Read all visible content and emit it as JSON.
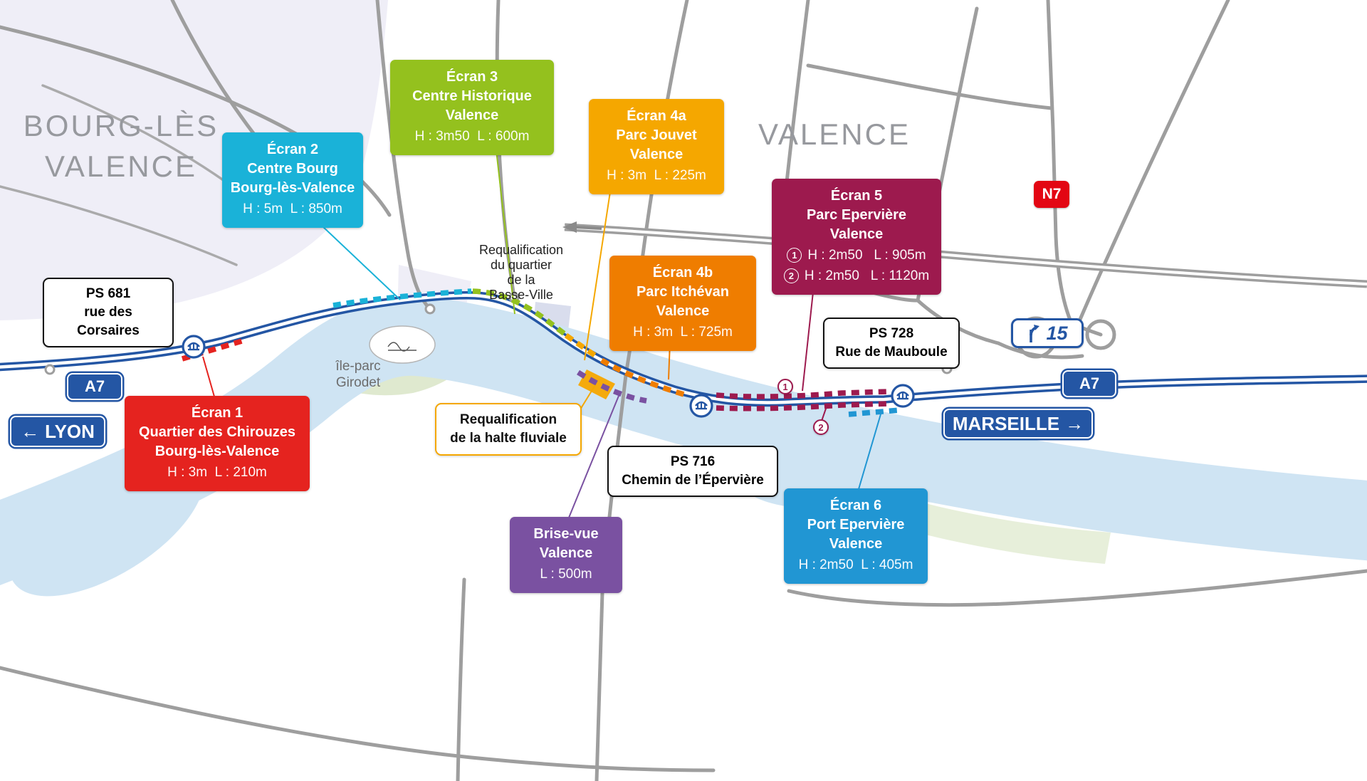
{
  "colors": {
    "ecran1_red": "#e5231f",
    "ecran2_cyan": "#1ab2d8",
    "ecran3_green": "#94c11e",
    "ecran4a_amber": "#f5a700",
    "ecran4b_orange": "#ef7d00",
    "ecran5_maroon": "#9d1a4e",
    "ecran6_blue": "#2196d3",
    "brisevue_purple": "#7a51a1",
    "motorway_blue": "#2456a4",
    "sign_blue": "#2456a4",
    "n7_red": "#e30613",
    "river_blue": "#cfe4f3",
    "road_gray": "#9e9e9e",
    "city_gray": "#97999e"
  },
  "cities": {
    "bourg_line1": "BOURG-LÈS",
    "bourg_line2": "VALENCE",
    "valence": "VALENCE"
  },
  "screens": [
    {
      "title": "Écran 1",
      "line1": "Quartier des Chirouzes",
      "line2": "Bourg-lès-Valence",
      "dims": "H : 3m  L : 210m",
      "color": "#e5231f"
    },
    {
      "title": "Écran 2",
      "line1": "Centre Bourg",
      "line2": "Bourg-lès-Valence",
      "dims": "H : 5m  L : 850m",
      "color": "#1ab2d8"
    },
    {
      "title": "Écran 3",
      "line1": "Centre Historique",
      "line2": "Valence",
      "dims": "H : 3m50  L : 600m",
      "color": "#94c11e"
    },
    {
      "title": "Écran 4a",
      "line1": "Parc Jouvet",
      "line2": "Valence",
      "dims": "H : 3m  L : 225m",
      "color": "#f5a700"
    },
    {
      "title": "Écran 4b",
      "line1": "Parc Itchévan",
      "line2": "Valence",
      "dims": "H : 3m  L : 725m",
      "color": "#ef7d00"
    },
    {
      "title": "Écran 5",
      "line1": "Parc Epervière",
      "line2": "Valence",
      "dims1_num": "1",
      "dims1": "H : 2m50   L : 905m",
      "dims2_num": "2",
      "dims2": "H : 2m50   L : 1120m",
      "color": "#9d1a4e"
    },
    {
      "title": "Écran 6",
      "line1": "Port Epervière",
      "line2": "Valence",
      "dims": "H : 2m50  L : 405m",
      "color": "#2196d3"
    }
  ],
  "brise_vue": {
    "title": "Brise-vue",
    "line1": "Valence",
    "dims": "L : 500m",
    "color": "#7a51a1"
  },
  "ps_boxes": [
    {
      "title": "PS 681",
      "subtitle": "rue des Corsaires"
    },
    {
      "title": "PS 728",
      "subtitle": "Rue de Mauboule"
    },
    {
      "title": "PS 716",
      "subtitle": "Chemin de l’Épervière"
    }
  ],
  "requalification_halte": {
    "line1": "Requalification",
    "line2": "de la halte fluviale"
  },
  "requalification_quartier": {
    "line1": "Requalification",
    "line2": "du quartier",
    "line3": "de la",
    "line4": "Basse-Ville"
  },
  "ile_parc": {
    "line1": "île-parc",
    "line2": "Girodet"
  },
  "signs": {
    "a7_left": "A7",
    "a7_right": "A7",
    "lyon": "LYON",
    "lyon_arrow": "←",
    "marseille": "MARSEILLE",
    "marseille_arrow": "→",
    "n7": "N7",
    "exit15": "15"
  },
  "map_markers": {
    "marker1": "1",
    "marker2": "2"
  },
  "icons": {
    "bridge": "bridge-icon",
    "exit_fork": "fork-arrow-icon"
  }
}
